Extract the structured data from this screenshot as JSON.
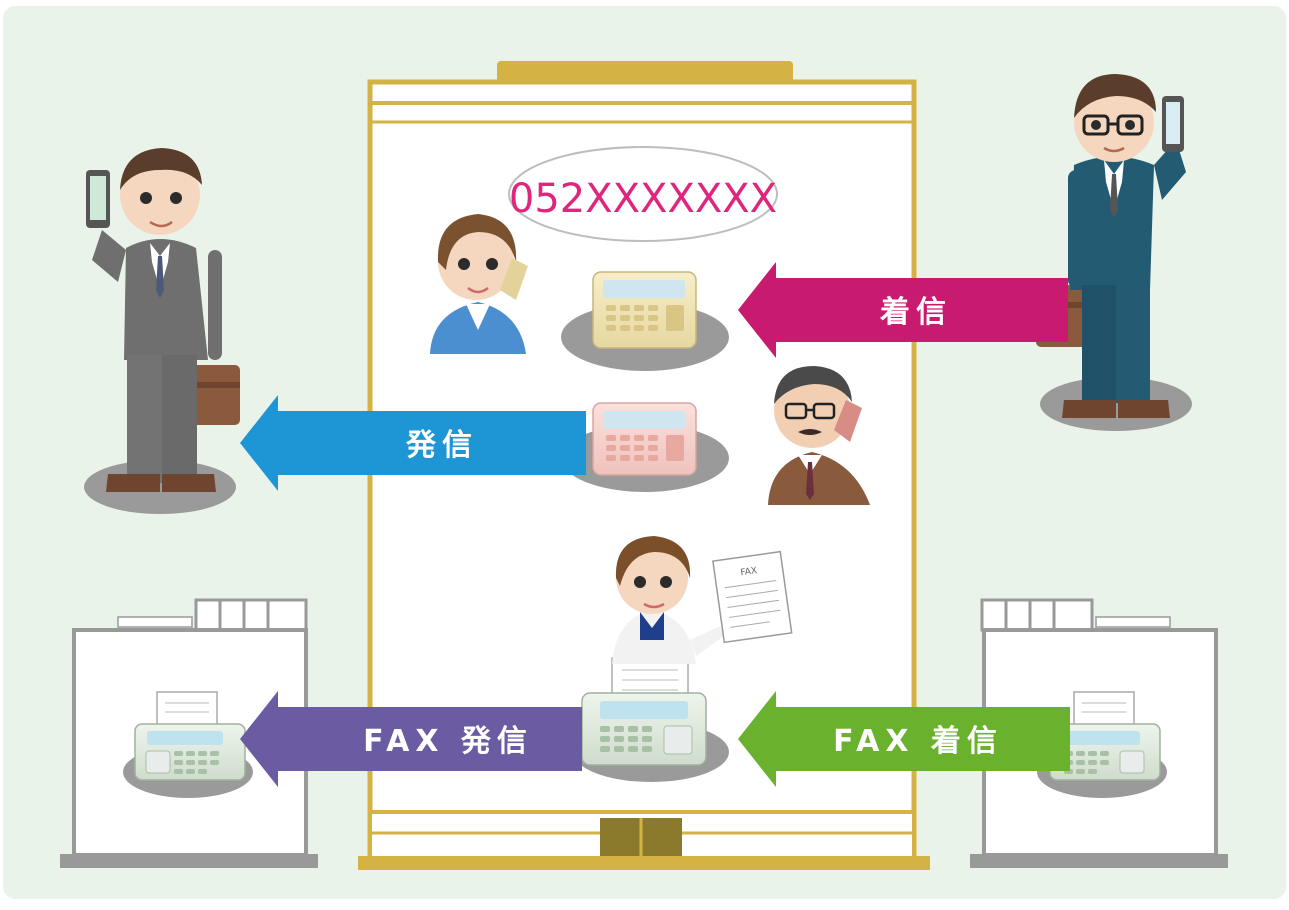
{
  "phone_number": "052XXXXXXX",
  "arrows": {
    "incoming": "着信",
    "outgoing": "発信",
    "fax_outgoing": "FAX 発信",
    "fax_incoming": "FAX 着信"
  },
  "fax_sheet_label": "FAX",
  "colors": {
    "background": "#e9f3ea",
    "building_gold": "#d4b244",
    "incoming": "#c81a6e",
    "outgoing": "#1e96d6",
    "fax_outgoing": "#6a5ba3",
    "fax_incoming": "#6ab22e",
    "phone_number_text": "#e0257d"
  }
}
